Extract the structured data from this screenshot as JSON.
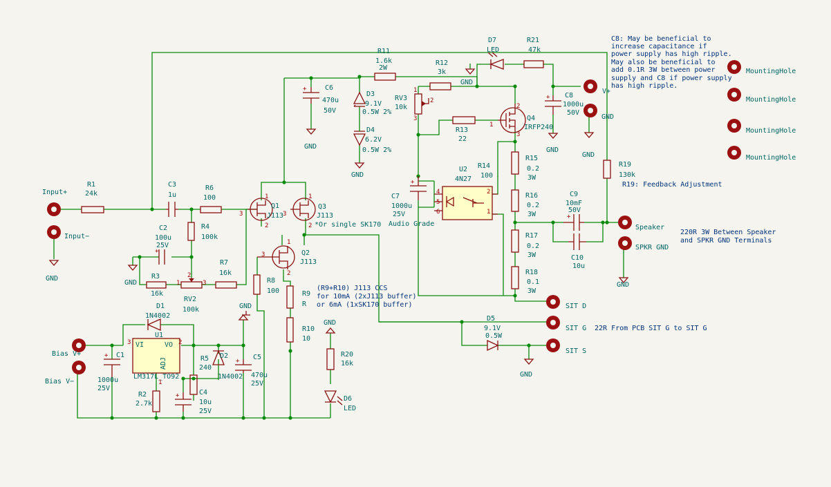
{
  "labels": {
    "input_plus": "Input+",
    "input_minus": "Input−",
    "r1_ref": "R1",
    "r1_val": "24k",
    "c3_ref": "C3",
    "c3_val": "1u",
    "r6_ref": "R6",
    "r6_val": "100",
    "c2_ref": "C2",
    "c2_val": "100u",
    "c2_v": "25V",
    "r4_ref": "R4",
    "r4_val": "100k",
    "r3_ref": "R3",
    "r3_val": "16k",
    "rv2_ref": "RV2",
    "rv2_val": "100k",
    "r7_ref": "R7",
    "r7_val": "16k",
    "q1_ref": "Q1",
    "q1_val": "J113",
    "q3_ref": "Q3",
    "q3_val": "J113",
    "q3_note": "*Or single SK170",
    "q2_ref": "Q2",
    "q2_val": "J113",
    "r8_ref": "R8",
    "r8_val": "100",
    "r9_ref": "R9",
    "r9_val": "R",
    "r10_ref": "R10",
    "r10_val": "10",
    "ccs_note_1": "(R9+R10) J113 CCS",
    "ccs_note_2": "for 10mA (2xJ113 buffer)",
    "ccs_note_3": "or 6mA (1xSK170 buffer)",
    "c6_ref": "C6",
    "c6_val": "470u",
    "c6_v": "50V",
    "r11_ref": "R11",
    "r11_val": "1.6k",
    "r11_w": "2W",
    "d3_ref": "D3",
    "d3_val": "9.1V",
    "d3_p": "0.5W 2%",
    "d4_ref": "D4",
    "d4_val": "6.2V",
    "d4_p": "0.5W 2%",
    "r12_ref": "R12",
    "r12_val": "3k",
    "rv3_ref": "RV3",
    "rv3_val": "10k",
    "d7_ref": "D7",
    "d7_val": "LED",
    "r21_ref": "R21",
    "r21_val": "47k",
    "c8_ref": "C8",
    "c8_val": "1000u",
    "c8_v": "50V",
    "q4_ref": "Q4",
    "q4_val": "IRFP240",
    "r13_ref": "R13",
    "r13_val": "22",
    "r14_ref": "R14",
    "r14_val": "100",
    "u2_ref": "U2",
    "u2_val": "4N27",
    "c7_ref": "C7",
    "c7_val": "1000u",
    "c7_v": "25V",
    "c7_note": "Audio Grade",
    "r15_ref": "R15",
    "r15_val": "0.2",
    "r15_w": "3W",
    "r16_ref": "R16",
    "r16_val": "0.2",
    "r16_w": "3W",
    "r17_ref": "R17",
    "r17_val": "0.2",
    "r17_w": "3W",
    "r18_ref": "R18",
    "r18_val": "0.1",
    "r18_w": "3W",
    "c9_ref": "C9",
    "c9_val": "10mF",
    "c9_v": "50V",
    "c10_ref": "C10",
    "c10_val": "10u",
    "r19_ref": "R19",
    "r19_val": "130k",
    "r19_note": "R19: Feedback Adjustment",
    "vplus": "V+",
    "gnd": "GND",
    "speaker": "Speaker",
    "spkr_gnd": "SPKR GND",
    "spk_note_1": "220R 3W Between Speaker",
    "spk_note_2": "and SPKR GND Terminals",
    "sit_d": "SIT D",
    "sit_g": "SIT G",
    "sit_s": "SIT S",
    "sit_note": "22R From PCB SIT G to SIT G",
    "d5_ref": "D5",
    "d5_val": "9.1V",
    "d5_p": "0.5W",
    "c8_note_1": "C8: May be beneficial to",
    "c8_note_2": "increase capacitance if",
    "c8_note_3": "power supply has high ripple.",
    "c8_note_4": "May also be beneficial to",
    "c8_note_5": "add 0.1R 3W between power",
    "c8_note_6": "supply and C8 if power supply",
    "c8_note_7": "has high ripple.",
    "mounting_hole": "MountingHole",
    "bias_vplus": "Bias V+",
    "bias_vminus": "Bias V−",
    "d1_ref": "D1",
    "d1_val": "1N4002",
    "u1_ref": "U1",
    "u1_val": "LM317L_TO92",
    "u1_vi": "VI",
    "u1_vo": "VO",
    "u1_adj": "ADJ",
    "c1_ref": "C1",
    "c1_val": "1000u",
    "c1_v": "25V",
    "r2_ref": "R2",
    "r2_val": "2.7k",
    "r5_ref": "R5",
    "r5_val": "240",
    "d2_ref": "D2",
    "d2_val": "1N4002",
    "c4_ref": "C4",
    "c4_val": "10u",
    "c4_v": "25V",
    "c5_ref": "C5",
    "c5_val": "470u",
    "c5_v": "25V",
    "r20_ref": "R20",
    "r20_val": "16k",
    "d6_ref": "D6",
    "d6_val": "LED",
    "pin1": "1",
    "pin2": "2",
    "pin3": "3",
    "pin4": "4",
    "pin5": "5",
    "pin6": "6"
  },
  "colors": {
    "wire": "#0a8a0a",
    "component": "#8b1010",
    "label": "#006464",
    "note": "#00327a",
    "background": "#f5f4ef"
  }
}
